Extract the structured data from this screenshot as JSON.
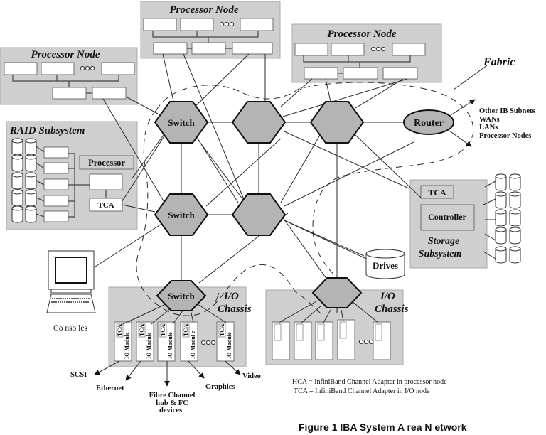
{
  "figure": {
    "caption": "Figure 1   IBA System A   rea N etwork",
    "fabric_label": "Fabric"
  },
  "processor_nodes": [
    {
      "id": "pn-left",
      "title": "Processor Node"
    },
    {
      "id": "pn-top",
      "title": "Processor Node"
    },
    {
      "id": "pn-right",
      "title": "Processor Node"
    }
  ],
  "switches": {
    "switch_label": "Switch",
    "labeled": [
      "Switch",
      "Switch",
      "Switch"
    ]
  },
  "router": {
    "label": "Router"
  },
  "external_networks": [
    "Other IB Subnets",
    "WANs",
    "LANs",
    "Processor Nodes"
  ],
  "raid": {
    "title": "RAID Subsystem",
    "processor_label": "Processor",
    "tca_label": "TCA"
  },
  "storage": {
    "title_line1": "Storage",
    "title_line2": "Subsystem",
    "tca_label": "TCA",
    "controller_label": "Controller"
  },
  "drives": {
    "label": "Drives"
  },
  "consoles": {
    "label": "Co nso les"
  },
  "io_chassis_left": {
    "title_line1": "I/O",
    "title_line2": "Chassis",
    "modules": [
      {
        "tca": "TCA",
        "name": "IO Module"
      },
      {
        "tca": "TCA",
        "name": "IO Module"
      },
      {
        "tca": "TCA",
        "name": "IO Module"
      },
      {
        "tca": "TCA",
        "name": "IO Modul e"
      },
      {
        "tca": "TCA",
        "name": "IO Module"
      }
    ],
    "outputs": [
      "SCSI",
      "Ethernet",
      "Fibre Channel",
      "hub & FC",
      "devices",
      "Graphics",
      "Video"
    ]
  },
  "io_chassis_right": {
    "title_line1": "I/O",
    "title_line2": "Chassis"
  },
  "legend": {
    "hca": "HCA = InfiniBand Channel Adapter in processor node",
    "tca": "TCA = InfiniBand Channel Adapter in I/O node"
  }
}
